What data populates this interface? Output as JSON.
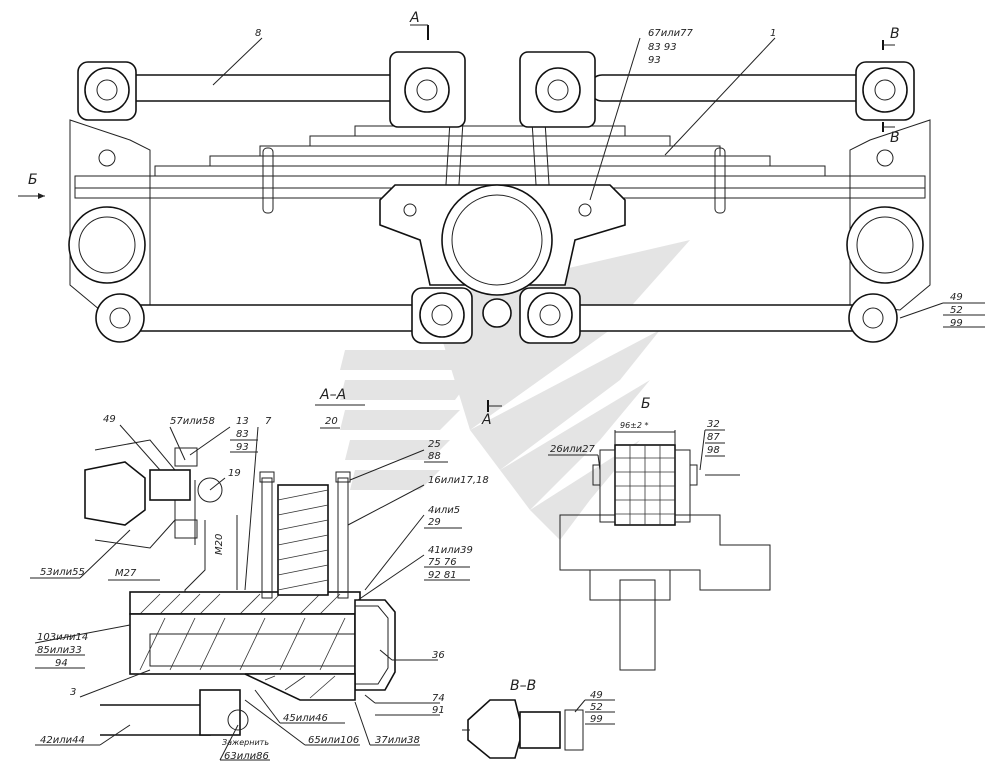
{
  "section_labels": {
    "cut_a_left": "А",
    "cut_a_bottom": "А",
    "cut_b_right_top": "В",
    "cut_b_right_bottom": "В",
    "cut_be_left": "Б",
    "view_aa": "А–А",
    "view_be": "Б",
    "view_vv": "В–В"
  },
  "callouts": {
    "c8": "8",
    "c1": "1",
    "c67": "67или77",
    "c83_93": "83    93",
    "c93": "93",
    "c49_top_1": "49",
    "c49_top_2": "52",
    "c49_top_3": "99",
    "c49_left": "49",
    "c57": "57или58",
    "c13_1": "13",
    "c13_2": "83",
    "c13_3": "93",
    "c7": "7",
    "c19": "19",
    "c20": "20",
    "c25_1": "25",
    "c25_2": "88",
    "c16": "16или17,18",
    "c4_1": "4или5",
    "c4_2": "29",
    "c41_1": "41или39",
    "c41_2": "75    76",
    "c41_3": "92    81",
    "c53": "53или55",
    "cM20": "М20",
    "cM27": "М27",
    "c103_1": "103или14",
    "c103_2": "85или33",
    "c103_3": "94",
    "c3": "3",
    "c36": "36",
    "c74_1": "74",
    "c74_2": "91",
    "c42": "42или44",
    "c45": "45или46",
    "c65": "65или106",
    "c37": "37или38",
    "c63": "63или86",
    "zakernit": "Зажернить",
    "c26": "26или27",
    "c32_1": "32",
    "c32_2": "87",
    "c32_3": "98",
    "c96": "96±2 *",
    "c49_vv_1": "49",
    "c49_vv_2": "52",
    "c49_vv_3": "99"
  }
}
